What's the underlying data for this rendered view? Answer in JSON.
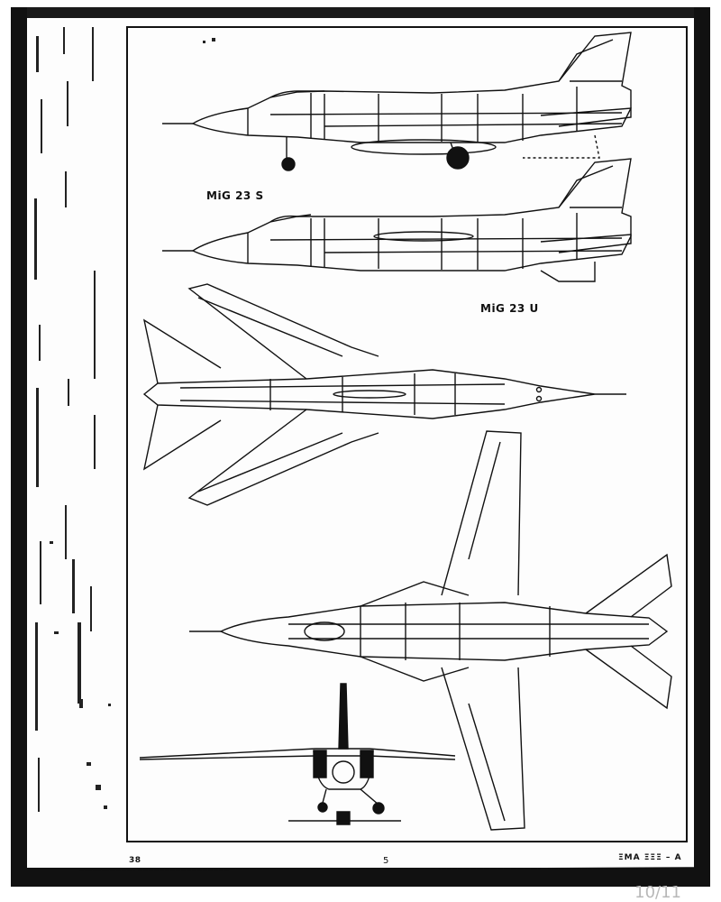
{
  "drawing": {
    "label_side_1": "MiG 23 S",
    "label_side_2": "MiG 23 U",
    "page_mark_left": "38",
    "page_mark_center": "5",
    "page_mark_right": "ΞΜΑ ΞΞΞ – Α"
  },
  "viewer": {
    "page_counter": "10/11"
  }
}
